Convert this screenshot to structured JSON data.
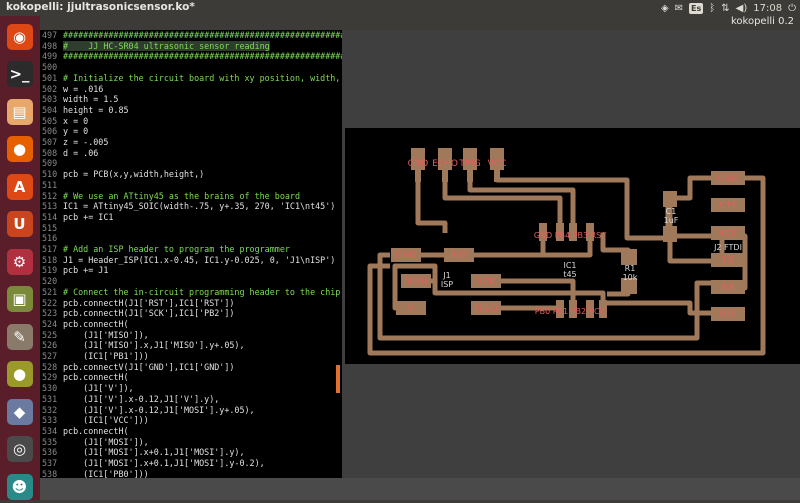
{
  "window": {
    "title": "kokopelli: jjultrasonicsensor.ko*",
    "app_name": "kokopelli 0.2"
  },
  "tray": {
    "keyboard": "Es",
    "clock": "17:08"
  },
  "launcher": {
    "items": [
      {
        "name": "ubuntu-icon",
        "color": "#dd4814",
        "glyph": "◉"
      },
      {
        "name": "terminal-icon",
        "color": "#2b2b2b",
        "glyph": ">_"
      },
      {
        "name": "file-manager-icon",
        "color": "#e8a86b",
        "glyph": "▤"
      },
      {
        "name": "firefox-icon",
        "color": "#e66000",
        "glyph": "●"
      },
      {
        "name": "software-center-icon",
        "color": "#dd4814",
        "glyph": "A"
      },
      {
        "name": "ubuntu-one-icon",
        "color": "#c8451e",
        "glyph": "U"
      },
      {
        "name": "system-settings-icon",
        "color": "#b03040",
        "glyph": "⚙"
      },
      {
        "name": "archive-manager-icon",
        "color": "#7a8a3a",
        "glyph": "▣"
      },
      {
        "name": "gimp-icon",
        "color": "#8a7a6a",
        "glyph": "✎"
      },
      {
        "name": "sphere-app-icon",
        "color": "#9a9a2a",
        "glyph": "●"
      },
      {
        "name": "package-app-icon",
        "color": "#6a7aa0",
        "glyph": "◆"
      },
      {
        "name": "circle-app-icon",
        "color": "#4a4a4a",
        "glyph": "◎"
      },
      {
        "name": "game-app-icon",
        "color": "#2a8a8a",
        "glyph": "☻"
      }
    ]
  },
  "code_lines": [
    {
      "n": "497",
      "t": "########################################################",
      "k": "comment"
    },
    {
      "n": "498",
      "t": "#    JJ HC-SR04 ultrasonic sensor reading",
      "k": "hl"
    },
    {
      "n": "499",
      "t": "########################################################",
      "k": "comment"
    },
    {
      "n": "500",
      "t": "",
      "k": "normal"
    },
    {
      "n": "501",
      "t": "# Initialize the circuit board with xy position, width,",
      "k": "comment"
    },
    {
      "n": "502",
      "t": "w = .016",
      "k": "normal"
    },
    {
      "n": "503",
      "t": "width = 1.5",
      "k": "normal"
    },
    {
      "n": "504",
      "t": "height = 0.85",
      "k": "normal"
    },
    {
      "n": "505",
      "t": "x = 0",
      "k": "normal"
    },
    {
      "n": "506",
      "t": "y = 0",
      "k": "normal"
    },
    {
      "n": "507",
      "t": "z = -.005",
      "k": "normal"
    },
    {
      "n": "508",
      "t": "d = .06",
      "k": "normal"
    },
    {
      "n": "509",
      "t": "",
      "k": "normal"
    },
    {
      "n": "510",
      "t": "pcb = PCB(x,y,width,height,)",
      "k": "normal"
    },
    {
      "n": "511",
      "t": "",
      "k": "normal"
    },
    {
      "n": "512",
      "t": "# We use an ATtiny45 as the brains of the board",
      "k": "comment"
    },
    {
      "n": "513",
      "t": "IC1 = ATtiny45_SOIC(width-.75, y+.35, 270, 'IC1\\nt45')",
      "k": "normal"
    },
    {
      "n": "514",
      "t": "pcb += IC1",
      "k": "normal"
    },
    {
      "n": "515",
      "t": "",
      "k": "normal"
    },
    {
      "n": "516",
      "t": "",
      "k": "normal"
    },
    {
      "n": "517",
      "t": "# Add an ISP header to program the programmer",
      "k": "comment"
    },
    {
      "n": "518",
      "t": "J1 = Header_ISP(IC1.x-0.45, IC1.y-0.025, 0, 'J1\\nISP')",
      "k": "normal"
    },
    {
      "n": "519",
      "t": "pcb += J1",
      "k": "normal"
    },
    {
      "n": "520",
      "t": "",
      "k": "normal"
    },
    {
      "n": "521",
      "t": "# Connect the in-circuit programming header to the chip",
      "k": "comment"
    },
    {
      "n": "522",
      "t": "pcb.connectH(J1['RST'],IC1['RST'])",
      "k": "normal"
    },
    {
      "n": "523",
      "t": "pcb.connectH(J1['SCK'],IC1['PB2'])",
      "k": "normal"
    },
    {
      "n": "524",
      "t": "pcb.connectH(",
      "k": "normal"
    },
    {
      "n": "525",
      "t": "    (J1['MISO']),",
      "k": "normal"
    },
    {
      "n": "526",
      "t": "    (J1['MISO'].x,J1['MISO'].y+.05),",
      "k": "normal"
    },
    {
      "n": "527",
      "t": "    (IC1['PB1']))",
      "k": "normal"
    },
    {
      "n": "528",
      "t": "pcb.connectV(J1['GND'],IC1['GND'])",
      "k": "normal"
    },
    {
      "n": "529",
      "t": "pcb.connectH(",
      "k": "normal"
    },
    {
      "n": "530",
      "t": "    (J1['V']),",
      "k": "normal"
    },
    {
      "n": "531",
      "t": "    (J1['V'].x-0.12,J1['V'].y),",
      "k": "normal"
    },
    {
      "n": "532",
      "t": "    (J1['V'].x-0.12,J1['MOSI'].y+.05),",
      "k": "normal"
    },
    {
      "n": "533",
      "t": "    (IC1['VCC']))",
      "k": "normal"
    },
    {
      "n": "534",
      "t": "pcb.connectH(",
      "k": "normal"
    },
    {
      "n": "535",
      "t": "    (J1['MOSI']),",
      "k": "normal"
    },
    {
      "n": "536",
      "t": "    (J1['MOSI'].x+0.1,J1['MOSI'].y),",
      "k": "normal"
    },
    {
      "n": "537",
      "t": "    (J1['MOSI'].x+0.1,J1['MOSI'].y-0.2),",
      "k": "normal"
    },
    {
      "n": "538",
      "t": "    (IC1['PB0']))",
      "k": "normal"
    }
  ],
  "pcb": {
    "colors": {
      "board": "#000000",
      "copper": "#a0785a",
      "pad_text": "#e06060",
      "part_text": "#d8d8d8"
    },
    "top_header_pins": [
      "GND",
      "ECHO",
      "TRIG",
      "VCC"
    ],
    "isp_pins": [
      "GND",
      "RST",
      "MOSI",
      "SCK",
      "V",
      "MISO"
    ],
    "isp_label": "J1\nISP",
    "ic_label": "IC1\nt45",
    "ic_top_pins": "GND PB4 PB3 RST",
    "ic_bottom_pins": "PB0 PB1 PB2 VCC",
    "cap_label": "C1\n1uF",
    "res_label": "R1\n10k",
    "ftdi_label": "J2 FTDI",
    "ftdi_pins": [
      "GND",
      "CTS",
      "VCC",
      "TX",
      "RX",
      "RTS"
    ]
  }
}
